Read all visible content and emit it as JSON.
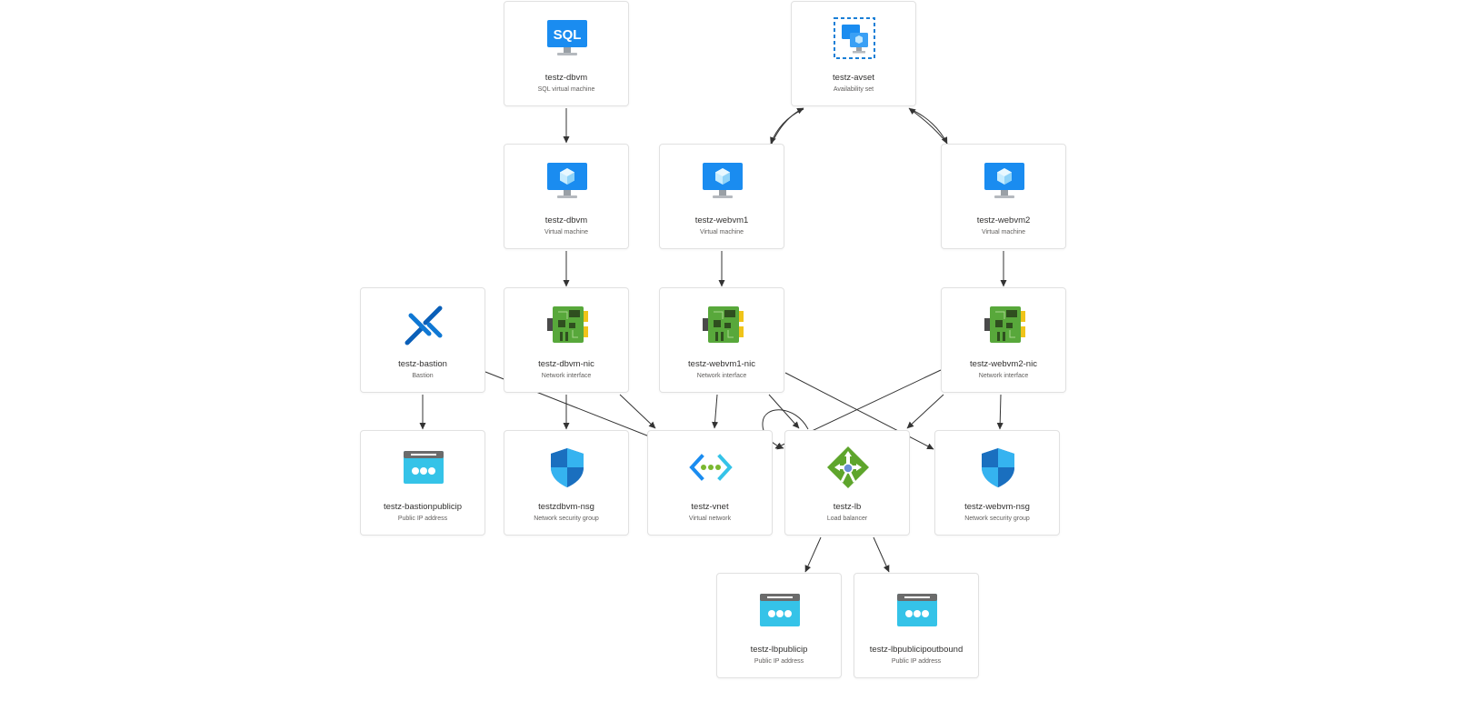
{
  "diagram": {
    "nodes": [
      {
        "id": "sqlvm",
        "name": "testz-dbvm",
        "type": "SQL virtual machine",
        "icon": "sql-vm-icon"
      },
      {
        "id": "avset",
        "name": "testz-avset",
        "type": "Availability set",
        "icon": "availability-set-icon"
      },
      {
        "id": "dbvm",
        "name": "testz-dbvm",
        "type": "Virtual machine",
        "icon": "virtual-machine-icon"
      },
      {
        "id": "webvm1",
        "name": "testz-webvm1",
        "type": "Virtual machine",
        "icon": "virtual-machine-icon"
      },
      {
        "id": "webvm2",
        "name": "testz-webvm2",
        "type": "Virtual machine",
        "icon": "virtual-machine-icon"
      },
      {
        "id": "bastion",
        "name": "testz-bastion",
        "type": "Bastion",
        "icon": "bastion-icon"
      },
      {
        "id": "dbnic",
        "name": "testz-dbvm-nic",
        "type": "Network interface",
        "icon": "network-interface-icon"
      },
      {
        "id": "web1nic",
        "name": "testz-webvm1-nic",
        "type": "Network interface",
        "icon": "network-interface-icon"
      },
      {
        "id": "web2nic",
        "name": "testz-webvm2-nic",
        "type": "Network interface",
        "icon": "network-interface-icon"
      },
      {
        "id": "bastionip",
        "name": "testz-bastionpublicip",
        "type": "Public IP address",
        "icon": "public-ip-icon"
      },
      {
        "id": "dbnsg",
        "name": "testzdbvm-nsg",
        "type": "Network security group",
        "icon": "nsg-shield-icon"
      },
      {
        "id": "vnet",
        "name": "testz-vnet",
        "type": "Virtual network",
        "icon": "virtual-network-icon"
      },
      {
        "id": "lb",
        "name": "testz-lb",
        "type": "Load balancer",
        "icon": "load-balancer-icon"
      },
      {
        "id": "webnsg",
        "name": "testz-webvm-nsg",
        "type": "Network security group",
        "icon": "nsg-shield-icon"
      },
      {
        "id": "lbip",
        "name": "testz-lbpublicip",
        "type": "Public IP address",
        "icon": "public-ip-icon"
      },
      {
        "id": "lbipout",
        "name": "testz-lbpublicipoutbound",
        "type": "Public IP address",
        "icon": "public-ip-icon"
      }
    ],
    "edges": [
      {
        "from": "sqlvm",
        "to": "dbvm"
      },
      {
        "from": "webvm1",
        "to": "avset"
      },
      {
        "from": "avset",
        "to": "webvm1"
      },
      {
        "from": "webvm2",
        "to": "avset"
      },
      {
        "from": "avset",
        "to": "webvm2"
      },
      {
        "from": "dbvm",
        "to": "dbnic"
      },
      {
        "from": "webvm1",
        "to": "web1nic"
      },
      {
        "from": "webvm2",
        "to": "web2nic"
      },
      {
        "from": "bastion",
        "to": "bastionip"
      },
      {
        "from": "bastion",
        "to": "vnet"
      },
      {
        "from": "dbnic",
        "to": "dbnsg"
      },
      {
        "from": "dbnic",
        "to": "vnet"
      },
      {
        "from": "web1nic",
        "to": "vnet"
      },
      {
        "from": "web1nic",
        "to": "lb"
      },
      {
        "from": "web1nic",
        "to": "webnsg"
      },
      {
        "from": "web2nic",
        "to": "vnet"
      },
      {
        "from": "web2nic",
        "to": "lb"
      },
      {
        "from": "web2nic",
        "to": "webnsg"
      },
      {
        "from": "lb",
        "to": "lb"
      },
      {
        "from": "lb",
        "to": "lbip"
      },
      {
        "from": "lb",
        "to": "lbipout"
      }
    ]
  }
}
